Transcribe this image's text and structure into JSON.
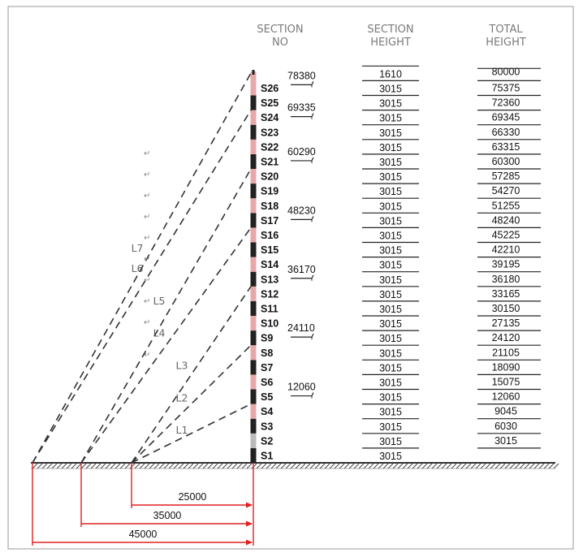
{
  "headers": {
    "section_no": [
      "SECTION",
      "NO"
    ],
    "section_height": [
      "SECTION",
      "HEIGHT"
    ],
    "total_height": [
      "TOTAL",
      "HEIGHT"
    ]
  },
  "sections": [
    {
      "name": "S1",
      "height": "3015",
      "total": "",
      "color": "#222222"
    },
    {
      "name": "S2",
      "height": "3015",
      "total": "3015",
      "color": "#bbbbbb"
    },
    {
      "name": "S3",
      "height": "3015",
      "total": "6030",
      "color": "#222222"
    },
    {
      "name": "S4",
      "height": "3015",
      "total": "9045",
      "color": "#e8a8a8"
    },
    {
      "name": "S5",
      "height": "3015",
      "total": "12060",
      "color": "#222222"
    },
    {
      "name": "S6",
      "height": "3015",
      "total": "15075",
      "color": "#e8a8a8"
    },
    {
      "name": "S7",
      "height": "3015",
      "total": "18090",
      "color": "#222222"
    },
    {
      "name": "S8",
      "height": "3015",
      "total": "21105",
      "color": "#e8a8a8"
    },
    {
      "name": "S9",
      "height": "3015",
      "total": "24120",
      "color": "#222222"
    },
    {
      "name": "S10",
      "height": "3015",
      "total": "27135",
      "color": "#e8a8a8"
    },
    {
      "name": "S11",
      "height": "3015",
      "total": "30150",
      "color": "#222222"
    },
    {
      "name": "S12",
      "height": "3015",
      "total": "33165",
      "color": "#e8a8a8"
    },
    {
      "name": "S13",
      "height": "3015",
      "total": "36180",
      "color": "#222222"
    },
    {
      "name": "S14",
      "height": "3015",
      "total": "39195",
      "color": "#e8a8a8"
    },
    {
      "name": "S15",
      "height": "3015",
      "total": "42210",
      "color": "#222222"
    },
    {
      "name": "S16",
      "height": "3015",
      "total": "45225",
      "color": "#e8a8a8"
    },
    {
      "name": "S17",
      "height": "3015",
      "total": "48240",
      "color": "#222222"
    },
    {
      "name": "S18",
      "height": "3015",
      "total": "51255",
      "color": "#e8a8a8"
    },
    {
      "name": "S19",
      "height": "3015",
      "total": "54270",
      "color": "#222222"
    },
    {
      "name": "S20",
      "height": "3015",
      "total": "57285",
      "color": "#e8a8a8"
    },
    {
      "name": "S21",
      "height": "3015",
      "total": "60300",
      "color": "#222222"
    },
    {
      "name": "S22",
      "height": "3015",
      "total": "63315",
      "color": "#e8a8a8"
    },
    {
      "name": "S23",
      "height": "3015",
      "total": "66330",
      "color": "#222222"
    },
    {
      "name": "S24",
      "height": "3015",
      "total": "69345",
      "color": "#e8a8a8"
    },
    {
      "name": "S25",
      "height": "3015",
      "total": "72360",
      "color": "#222222"
    },
    {
      "name": "S26",
      "height": "3015",
      "total": "75375",
      "color": "#e8a8a8"
    }
  ],
  "top_row": {
    "height": "1610",
    "total": "80000"
  },
  "elevation_marks": [
    {
      "value": "78380",
      "section": 26
    },
    {
      "value": "69335",
      "section": 24
    },
    {
      "value": "60290",
      "section": 21
    },
    {
      "value": "48230",
      "section": 17
    },
    {
      "value": "36170",
      "section": 13
    },
    {
      "value": "24110",
      "section": 9
    },
    {
      "value": "12060",
      "section": 5
    }
  ],
  "guy_wires": [
    {
      "label": "L1",
      "anchor": 0,
      "section": 4
    },
    {
      "label": "L2",
      "anchor": 0,
      "section": 8
    },
    {
      "label": "L3",
      "anchor": 0,
      "section": 12
    },
    {
      "label": "L4",
      "anchor": 1,
      "section": 16
    },
    {
      "label": "L5",
      "anchor": 1,
      "section": 20
    },
    {
      "label": "L6",
      "anchor": 2,
      "section": 24
    },
    {
      "label": "L7",
      "anchor": 2,
      "section": 26
    }
  ],
  "anchor_distances": [
    "25000",
    "35000",
    "45000"
  ],
  "paragraph_mark": "↵",
  "colors": {
    "dim_red": "#e02020",
    "dash": "#333333",
    "frame": "#999999"
  }
}
